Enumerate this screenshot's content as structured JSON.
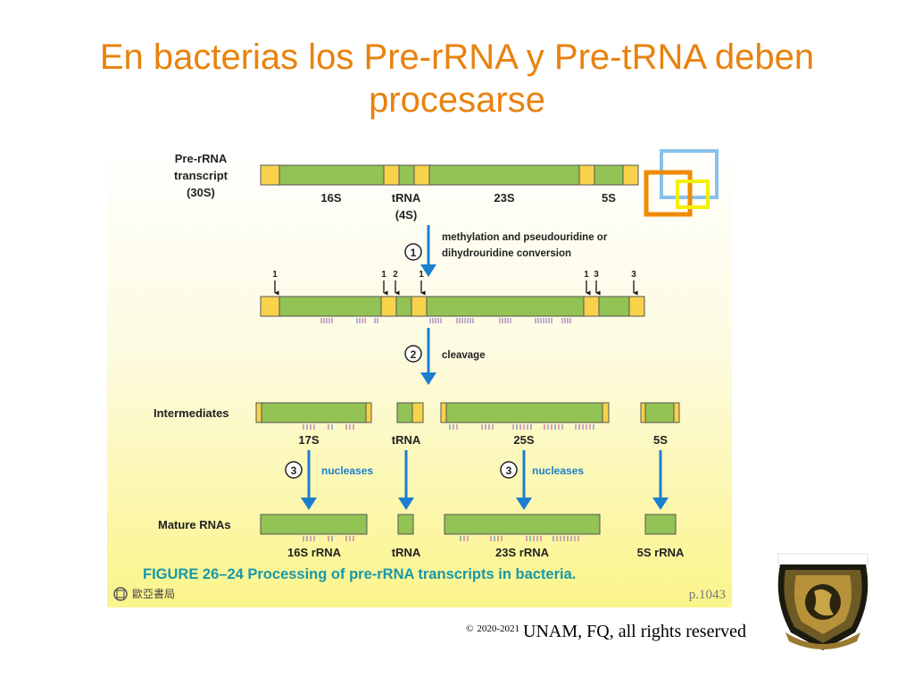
{
  "slide": {
    "title_line1": "En bacterias los Pre-rRNA y Pre-tRNA deben",
    "title_line2": "procesarse",
    "copyright_symbol": "©",
    "copyright_years": "2020-2021",
    "copyright_text": "UNAM, FQ, all rights reserved"
  },
  "figure": {
    "pre_label_1": "Pre-rRNA",
    "pre_label_2": "transcript",
    "pre_label_3": "(30S)",
    "seg_16s": "16S",
    "seg_trna": "tRNA",
    "seg_trna_4s": "(4S)",
    "seg_23s": "23S",
    "seg_5s": "5S",
    "step1_num": "1",
    "step1_line1": "methylation and pseudouridine or",
    "step1_line2": "dihydrouridine conversion",
    "site_labels": [
      "1",
      "1",
      "2",
      "1",
      "1",
      "3",
      "3"
    ],
    "step2_num": "2",
    "step2_text": "cleavage",
    "intermediates_label": "Intermediates",
    "int_17s": "17S",
    "int_trna": "tRNA",
    "int_25s": "25S",
    "int_5s": "5S",
    "step3_num": "3",
    "step3_text": "nucleases",
    "step3b_num": "3",
    "step3b_text": "nucleases",
    "mature_label": "Mature RNAs",
    "mat_16s": "16S rRNA",
    "mat_trna": "tRNA",
    "mat_23s": "23S rRNA",
    "mat_5s": "5S rRNA",
    "caption": "FIGURE 26–24 Processing of pre-rRNA transcripts in bacteria.",
    "publisher": "歐亞書局",
    "page_ref": "p.1043"
  },
  "colors": {
    "title": "#e8820e",
    "rna_green": "#93c255",
    "spacer_yellow": "#f7d24a",
    "arrow_blue": "#1b7fcf",
    "caption_teal": "#1a98a8",
    "deco_blue": "#88c2ee",
    "deco_orange": "#f08a00",
    "deco_yellow": "#f6f000"
  }
}
